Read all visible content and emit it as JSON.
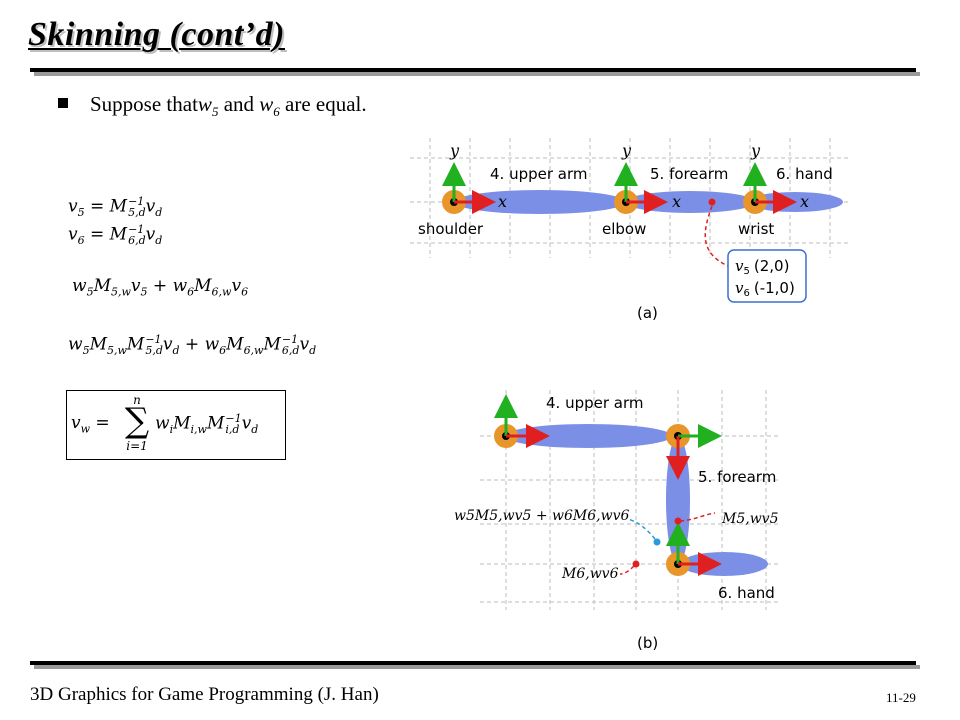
{
  "slide": {
    "title": "Skinning (cont’d)",
    "bullet": {
      "pre": "Suppose that ",
      "w": "w",
      "w5_sub": "5",
      "and": " and ",
      "w6_sub": "6",
      "post": " are equal."
    },
    "footer": "3D Graphics for Game Programming (J. Han)",
    "page_number": "11-29"
  },
  "equations": {
    "eq1": "v5 = M5,d^-1 vd",
    "eq2": "v6 = M6,d^-1 vd",
    "eq3": "w5 M5,w v5 + w6 M6,w v6",
    "eq4": "w5 M5,w M5,d^-1 vd + w6 M6,w M6,d^-1 vd",
    "eq5": "vw = sum_{i=1}^{n} wi Mi,w Mi,d^-1 vd",
    "sum_upper": "n",
    "sum_lower": "i=1"
  },
  "figure_a": {
    "caption": "(a)",
    "axis_y": "y",
    "axis_x": "x",
    "bones": [
      "4. upper arm",
      "5. forearm",
      "6. hand"
    ],
    "joints": [
      "shoulder",
      "elbow",
      "wrist"
    ],
    "callout_v5_name": "v",
    "callout_v5_sub": "5",
    "callout_v5_val": "(2,0)",
    "callout_v6_name": "v",
    "callout_v6_sub": "6",
    "callout_v6_val": "(-1,0)"
  },
  "figure_b": {
    "caption": "(b)",
    "bones": [
      "4. upper arm",
      "5. forearm",
      "6. hand"
    ],
    "label_blend": "w5M5,wv5 + w6M6,wv6",
    "label_m5": "M5,wv5",
    "label_m6": "M6,wv6"
  },
  "colors": {
    "bone_fill": "#7b8fe6",
    "joint_fill": "#e8962a",
    "axis_x": "#e02020",
    "axis_y": "#20b020",
    "grid": "#bdbdbd",
    "callout_border": "#3a6fd0",
    "blend_dot": "#2a9ad8"
  }
}
